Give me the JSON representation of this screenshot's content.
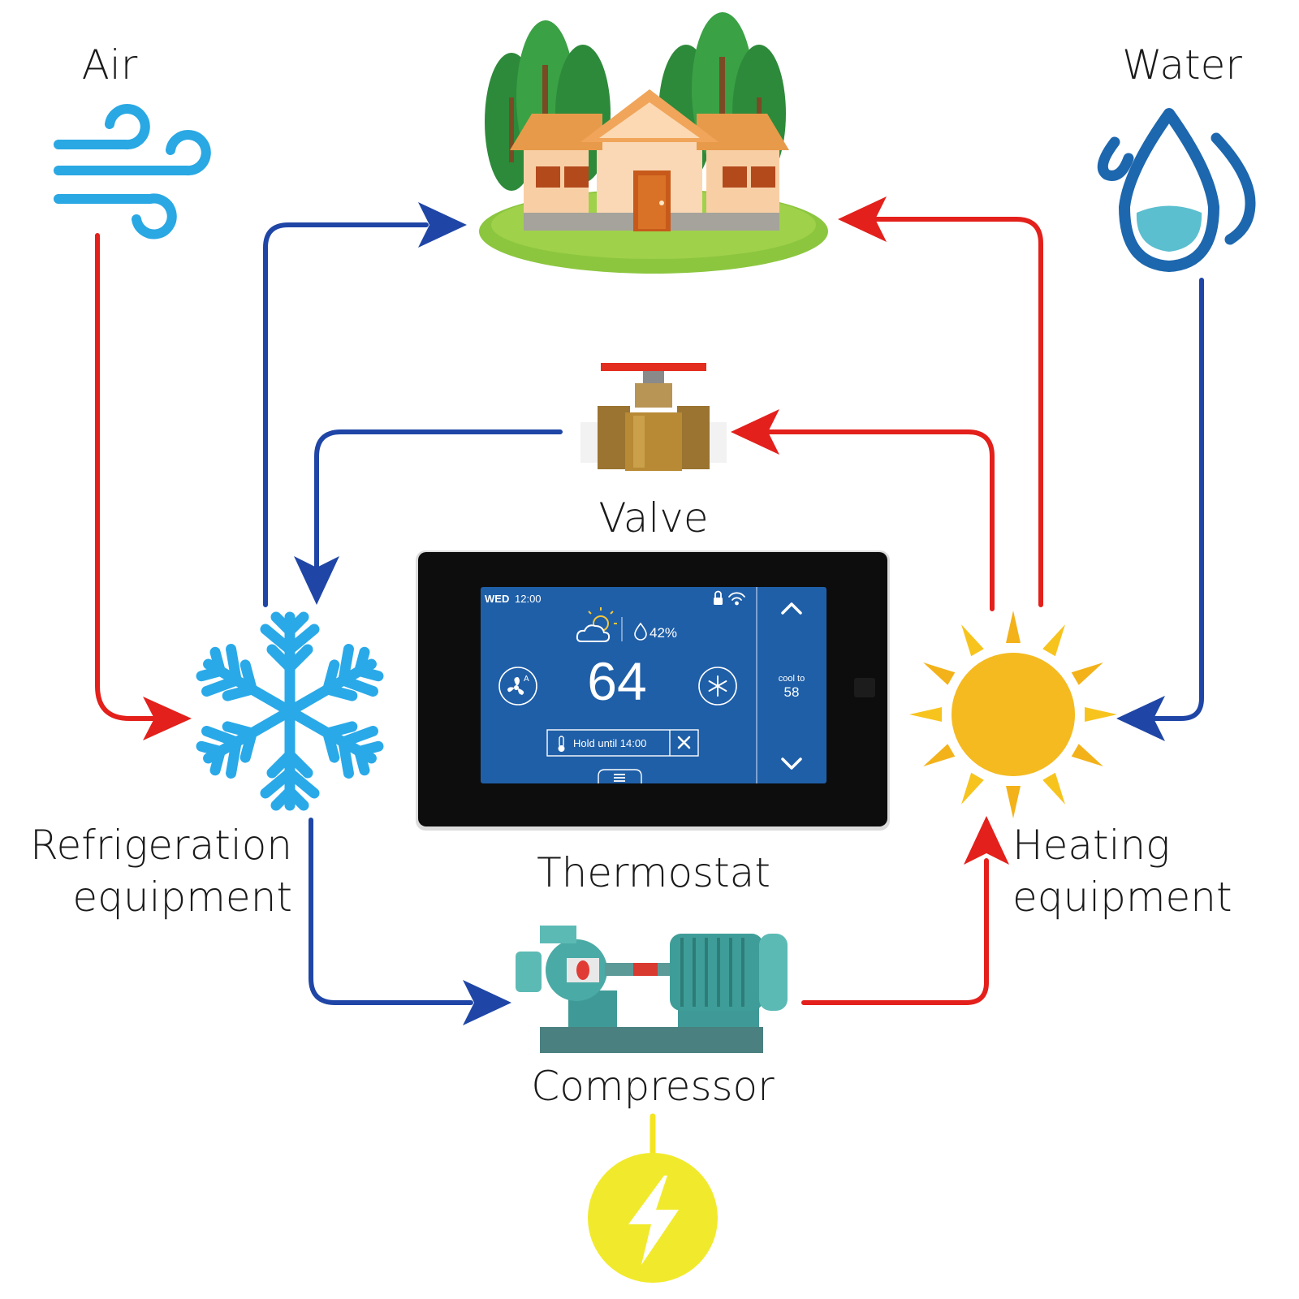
{
  "labels": {
    "air": "Air",
    "water": "Water",
    "valve": "Valve",
    "thermostat": "Thermostat",
    "compressor": "Compressor",
    "refrigeration_line1": "Refrigeration",
    "refrigeration_line2": "equipment",
    "heating_line1": "Heating",
    "heating_line2": "equipment"
  },
  "thermostat": {
    "day": "WED",
    "time": "12:00",
    "humidity": "42%",
    "temperature": "64",
    "setpoint_label": "cool to",
    "setpoint_value": "58",
    "hold_text": "Hold until 14:00"
  },
  "colors": {
    "hot_line": "#e3201b",
    "cold_line": "#1f46a6",
    "power_line": "#f4e520",
    "screen_bg": "#1f5fa8",
    "snowflake": "#2aa9e8",
    "sun_core": "#f3b21a",
    "sun_ray": "#f7c41e",
    "water": "#1d67ae",
    "bolt_bg": "#f1ea2c"
  },
  "icons": {
    "air": "wind-icon",
    "water": "water-drops-icon",
    "valve": "valve-icon",
    "refrigeration": "snowflake-icon",
    "heating": "sun-icon",
    "compressor": "pump-icon",
    "power": "lightning-bolt-icon",
    "home": "house-icon"
  }
}
